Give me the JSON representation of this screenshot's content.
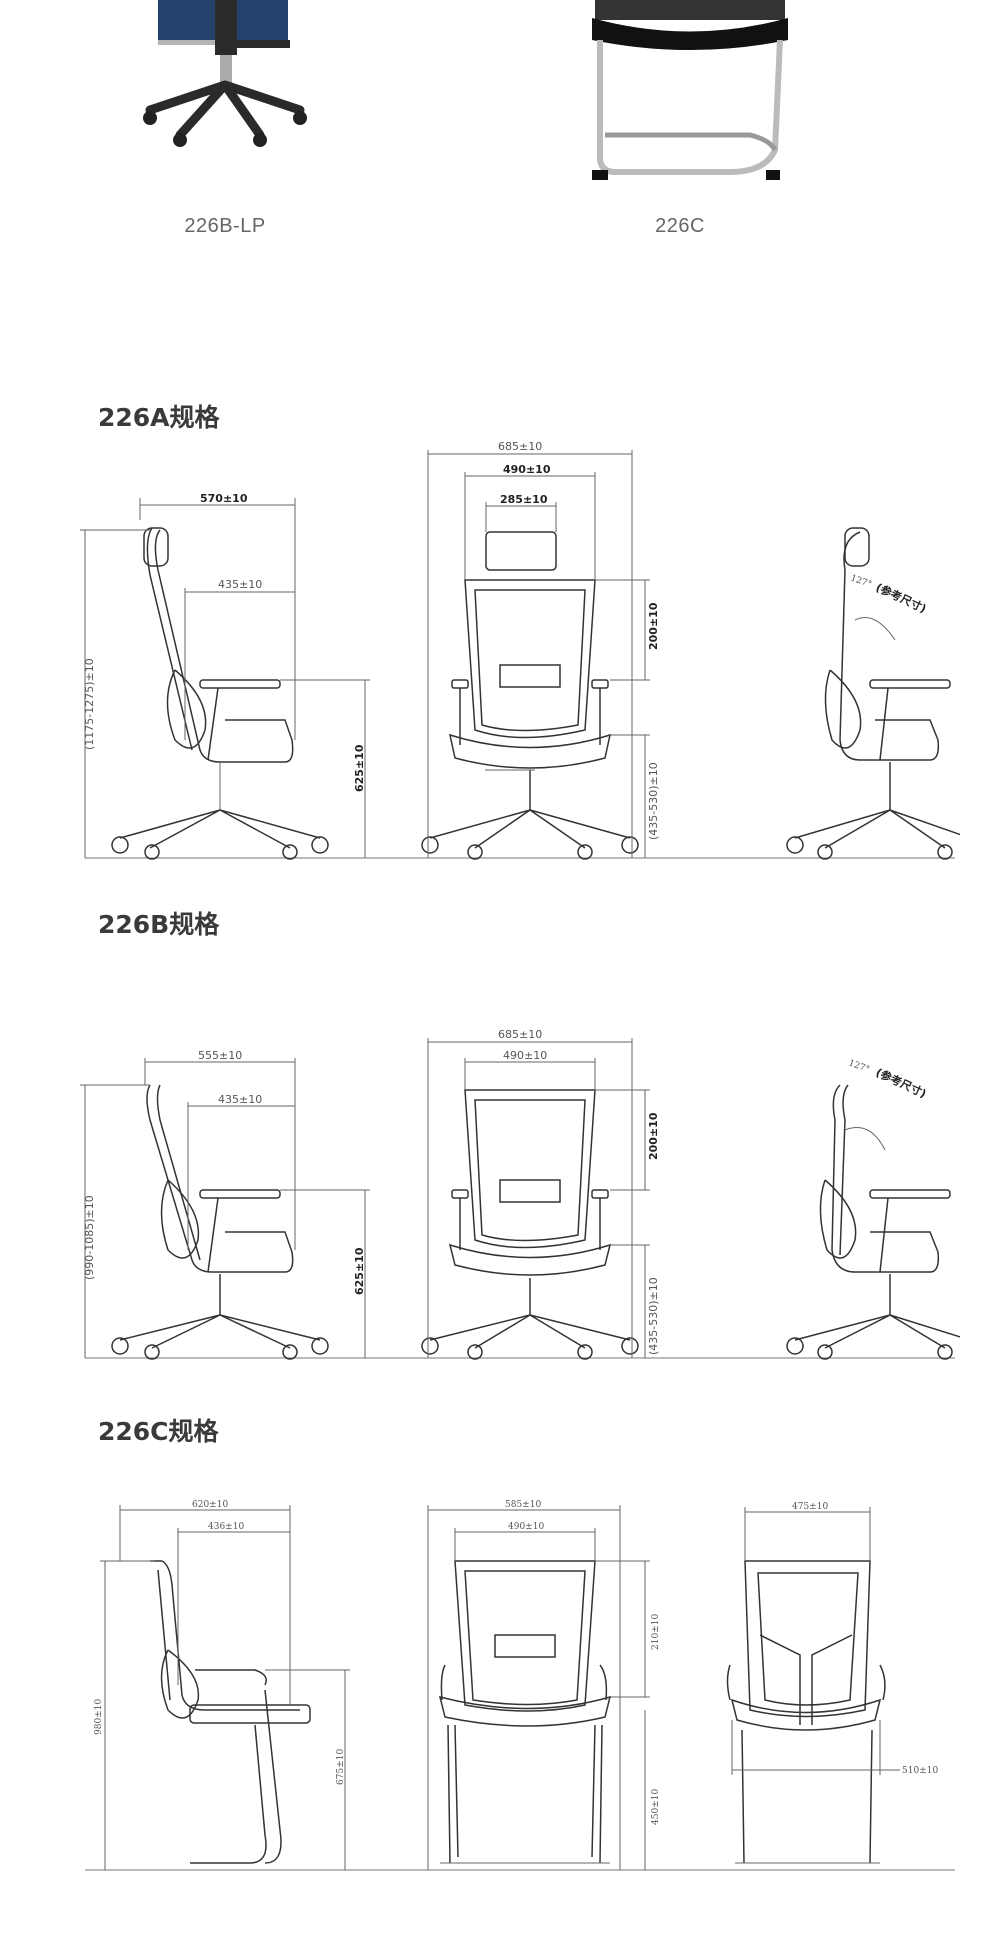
{
  "products_top": [
    {
      "label": "226B-LP"
    },
    {
      "label": "226C"
    }
  ],
  "sections": [
    {
      "title": "226A规格",
      "dims": {
        "depth": "570±10",
        "seat_depth": "435±10",
        "total_height": "(1175-1275)±10",
        "arm_height": "625±10",
        "width": "685±10",
        "back_width": "490±10",
        "headrest_width": "285±10",
        "back_height": "200±10",
        "seat_height": "(435-530)±10",
        "angle": "127°",
        "angle_note": "(参考尺寸)"
      }
    },
    {
      "title": "226B规格",
      "dims": {
        "depth": "555±10",
        "seat_depth": "435±10",
        "total_height": "(990-1085)±10",
        "arm_height": "625±10",
        "width": "685±10",
        "back_width": "490±10",
        "back_height": "200±10",
        "seat_height": "(435-530)±10",
        "angle": "127°",
        "angle_note": "(参考尺寸)"
      }
    },
    {
      "title": "226C规格",
      "dims": {
        "depth": "620±10",
        "seat_depth": "436±10",
        "total_height": "980±10",
        "arm_height": "675±10",
        "width": "585±10",
        "back_width": "490±10",
        "back_height": "210±10",
        "seat_height": "450±10",
        "back_view_width": "475±10",
        "back_view_seat": "510±10"
      }
    }
  ]
}
